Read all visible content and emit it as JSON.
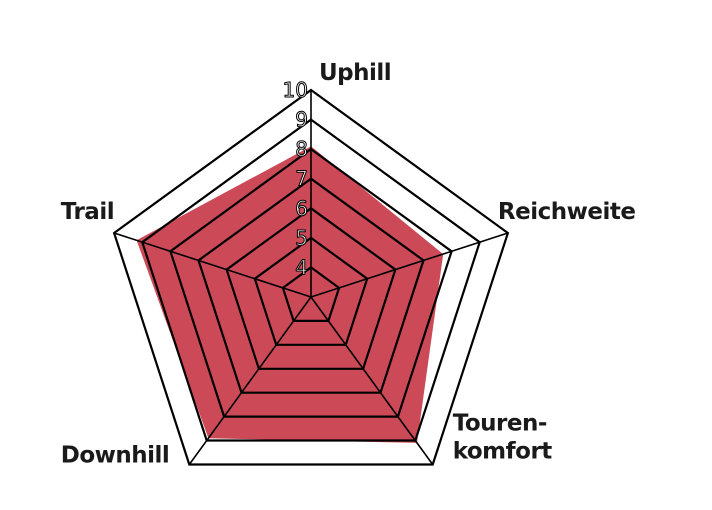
{
  "chart_data": {
    "type": "radar",
    "axes": [
      "Uphill",
      "Reichweite",
      "Touren-\nkomfort",
      "Downhill",
      "Trail"
    ],
    "r_ticks": [
      "10",
      "9",
      "8",
      "7",
      "6",
      "5",
      "4"
    ],
    "rlim": [
      3,
      10
    ],
    "grid": true,
    "series": [
      {
        "values": [
          8.1,
          7.7,
          9.1,
          8.9,
          9.2
        ],
        "color": "#cc4a57"
      }
    ],
    "colors": {
      "fill": "#cc4a57",
      "grid": "#000000",
      "label": "#1a1a1a"
    }
  }
}
